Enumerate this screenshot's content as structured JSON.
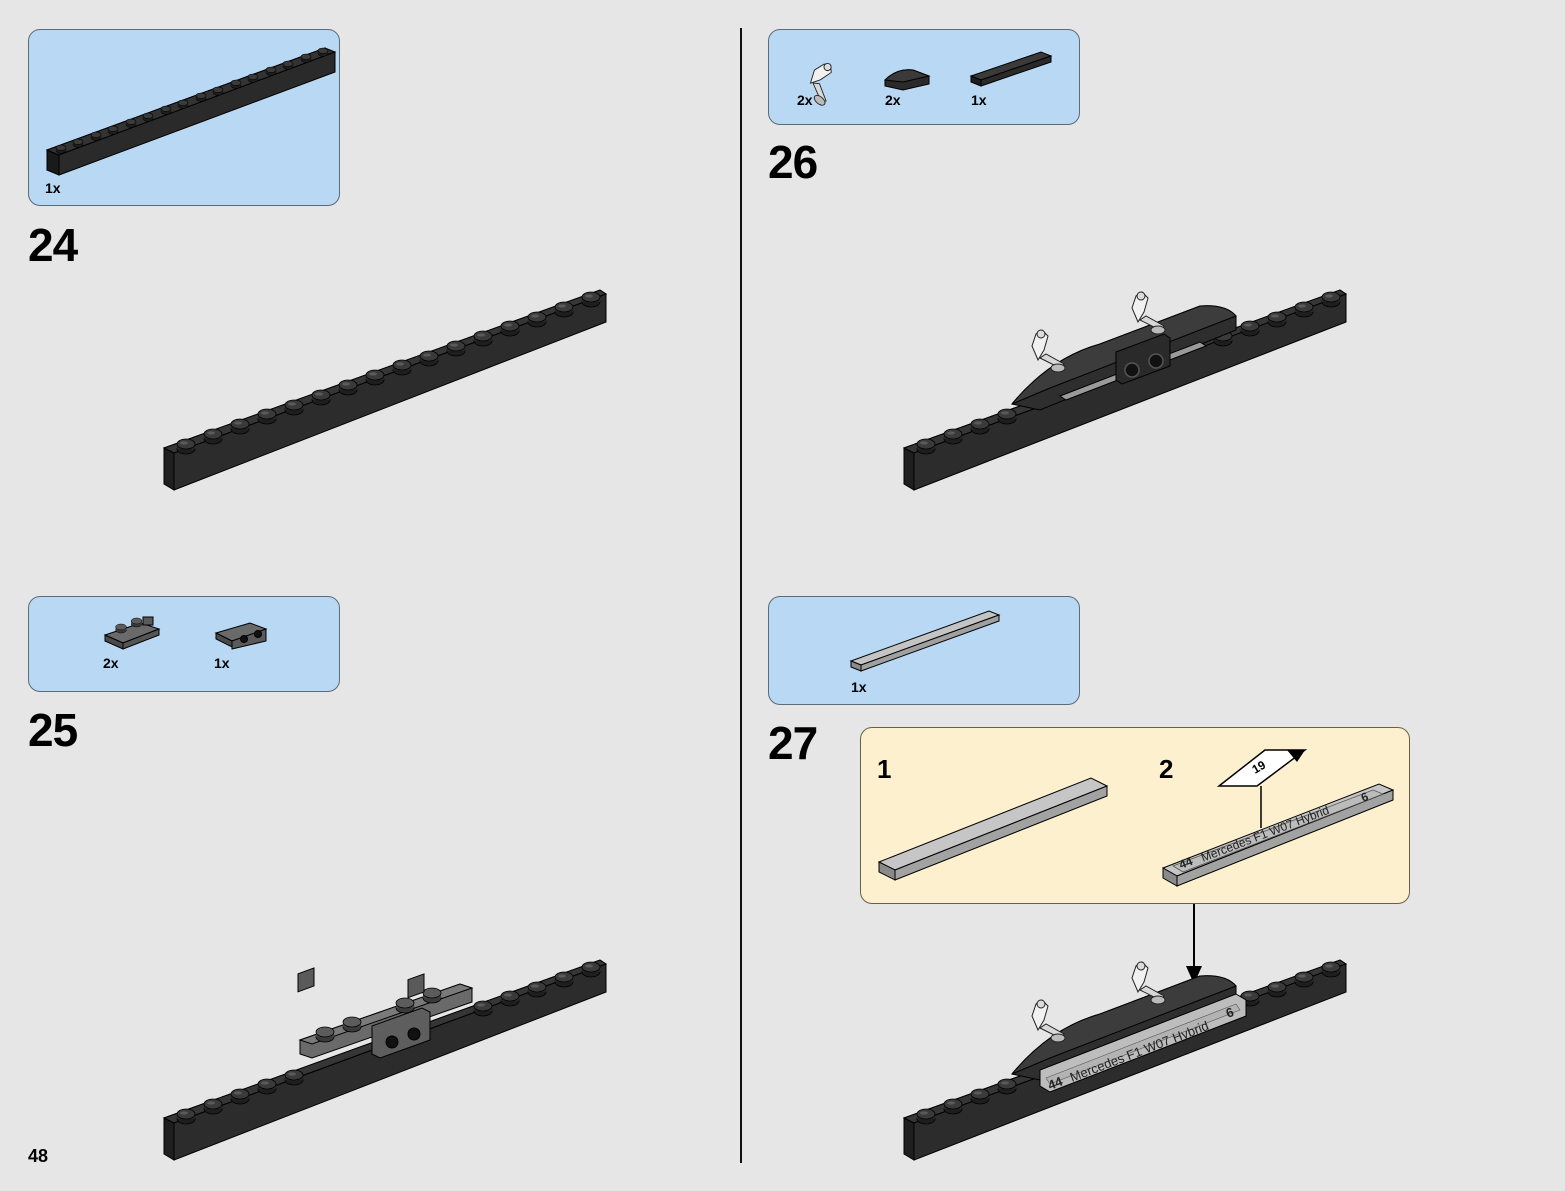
{
  "page": {
    "number": "48"
  },
  "steps": [
    {
      "number": "24",
      "parts": [
        {
          "qty": "1x",
          "icon": "brick-1x16-black-icon"
        }
      ]
    },
    {
      "number": "25",
      "parts": [
        {
          "qty": "2x",
          "icon": "plate-1x2-clip-gray-icon"
        },
        {
          "qty": "1x",
          "icon": "plate-1x2-pinholes-gray-icon"
        }
      ]
    },
    {
      "number": "26",
      "parts": [
        {
          "qty": "2x",
          "icon": "clip-bar-white-icon"
        },
        {
          "qty": "2x",
          "icon": "slope-curved-black-icon"
        },
        {
          "qty": "1x",
          "icon": "tile-1x6-black-icon"
        }
      ]
    },
    {
      "number": "27",
      "parts": [
        {
          "qty": "1x",
          "icon": "tile-1x8-gray-icon"
        }
      ],
      "substeps": [
        {
          "number": "1"
        },
        {
          "number": "2",
          "sticker_id": "19"
        }
      ]
    }
  ],
  "sticker": {
    "num_left": "44",
    "text": "Mercedes F1 W07 Hybrid",
    "num_right": "6"
  },
  "colors": {
    "parts_panel_bg": "#b8d8f3",
    "substep_panel_bg": "#fdf0cf",
    "brick_black": "#2b2b2b",
    "tile_gray": "#b0b0b0",
    "sticker_red": "#a01010"
  }
}
